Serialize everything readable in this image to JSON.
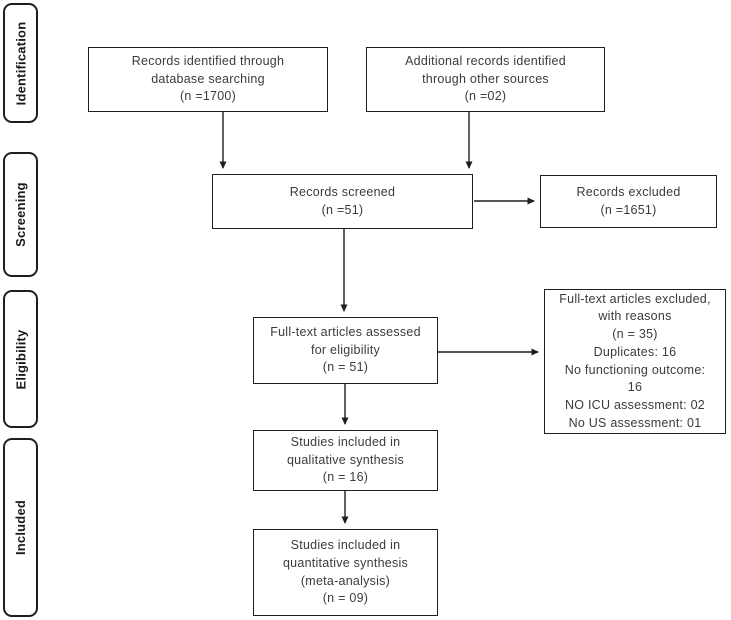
{
  "diagram": {
    "type": "prisma-flow-diagram",
    "stages": [
      {
        "label": "Identification"
      },
      {
        "label": "Screening"
      },
      {
        "label": "Eligibility"
      },
      {
        "label": "Included"
      }
    ],
    "boxes": {
      "records_identified": "Records identified through\ndatabase searching\n(n =1700)",
      "additional_records": "Additional records identified\nthrough other sources\n(n =02)",
      "records_screened": "Records screened\n(n =51)",
      "records_excluded": "Records excluded\n(n =1651)",
      "fulltext_assessed": "Full-text articles assessed\nfor eligibility\n(n = 51)",
      "fulltext_excluded": "Full-text articles excluded,\nwith reasons\n(n = 35)\nDuplicates: 16\nNo functioning outcome:\n16\nNO ICU assessment: 02\nNo US assessment: 01",
      "qualitative_synthesis": "Studies included in\nqualitative synthesis\n(n = 16)",
      "quantitative_synthesis": "Studies included in\nquantitative synthesis\n(meta-analysis)\n(n = 09)"
    }
  },
  "colors": {
    "background": "#ffffff",
    "box_border": "#1f1f1f",
    "box_text": "#3f3a38",
    "sidebar_text": "#1a1a1a",
    "arrow": "#1f1f1f"
  }
}
